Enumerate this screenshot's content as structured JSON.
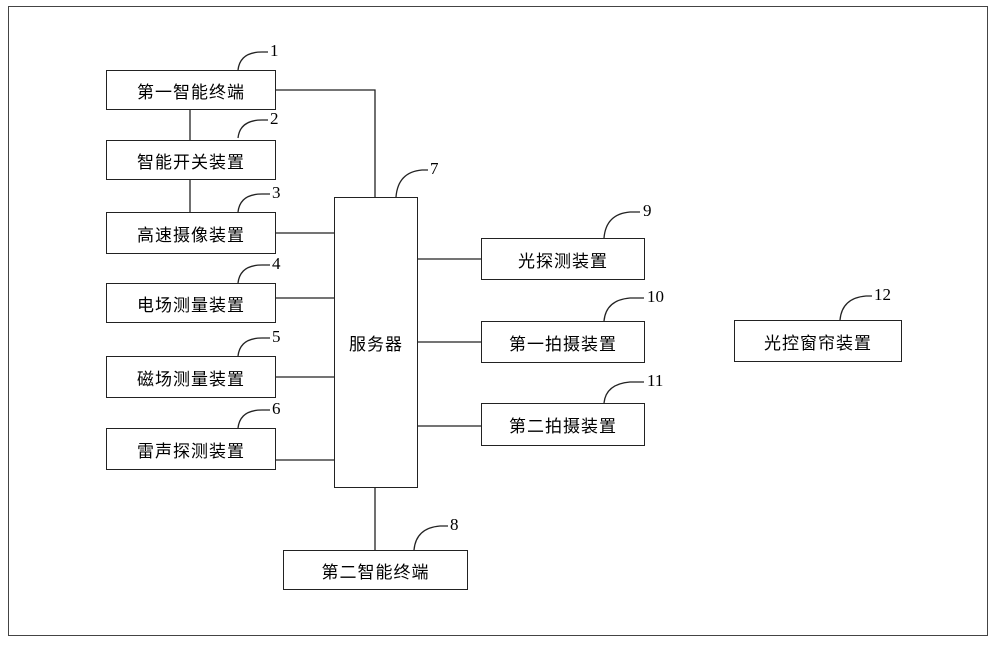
{
  "components": {
    "first_terminal": "第一智能终端",
    "smart_switch": "智能开关装置",
    "high_speed_camera": "高速摄像装置",
    "electric_field": "电场测量装置",
    "magnetic_field": "磁场测量装置",
    "thunder_detect": "雷声探测装置",
    "server": "服务器",
    "second_terminal": "第二智能终端",
    "light_detect": "光探测装置",
    "first_shoot": "第一拍摄装置",
    "second_shoot": "第二拍摄装置",
    "light_curtain": "光控窗帘装置"
  },
  "labels": {
    "n1": "1",
    "n2": "2",
    "n3": "3",
    "n4": "4",
    "n5": "5",
    "n6": "6",
    "n7": "7",
    "n8": "8",
    "n9": "9",
    "n10": "10",
    "n11": "11",
    "n12": "12"
  }
}
